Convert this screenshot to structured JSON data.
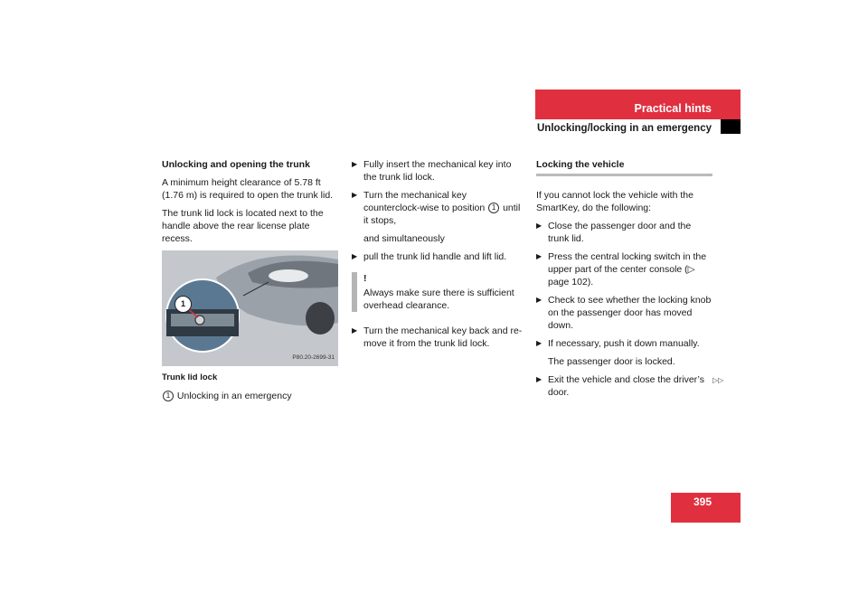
{
  "header": {
    "title": "Practical hints",
    "subtitle": "Unlocking/locking in an emergency"
  },
  "page_number": "395",
  "col1": {
    "heading": "Unlocking and opening the trunk",
    "para1": "A minimum height clearance of 5.78 ft (1.76 m) is required to open the trunk lid.",
    "para2": "The trunk lid lock is located next to the handle above the rear license plate recess.",
    "figure": {
      "code": "P80.20-2699-31",
      "callout": "1"
    },
    "caption": "Trunk lid lock",
    "legend": {
      "num": "1",
      "text": "Unlocking in an emergency"
    }
  },
  "col2": {
    "step1": "Fully insert the mechanical key into the trunk lid lock.",
    "step2_a": "Turn the mechanical key counterclock-wise to position",
    "step2_num": "1",
    "step2_b": "until it stops,",
    "and_text": "and simultaneously",
    "step3": "pull the trunk lid handle and lift lid.",
    "note_mark": "!",
    "note_text": "Always make sure there is sufficient overhead clearance.",
    "step4": "Turn the mechanical key back and re-move it from the trunk lid lock."
  },
  "col3": {
    "heading": "Locking the vehicle",
    "intro": "If you cannot lock the vehicle with the SmartKey, do the following:",
    "step1": "Close the passenger door and the trunk lid.",
    "step2": "Press the central locking switch in the upper part of the center console (▷ page 102).",
    "step3": "Check to see whether the locking knob on the passenger door has moved down.",
    "step4": "If necessary, push it down manually.",
    "result": "The passenger door is locked.",
    "step5": "Exit the vehicle and close the driver’s door.",
    "continued": "▷▷"
  },
  "colors": {
    "accent": "#e03040"
  }
}
